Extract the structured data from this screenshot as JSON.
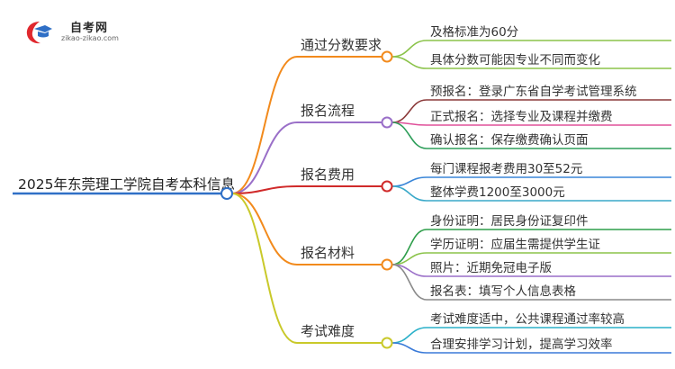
{
  "logo": {
    "name": "自考网",
    "url": "zikao-zikao.com",
    "colors": {
      "red": "#e0282e",
      "blue": "#2f6fc6"
    }
  },
  "root": {
    "label": "2025年东莞理工学院自考本科信息",
    "color": "#2f6fc6"
  },
  "branches": [
    {
      "label": "通过分数要求",
      "color": "#f28a1c",
      "children": [
        {
          "label": "及格标准为60分",
          "color": "#8bc34a"
        },
        {
          "label": "具体分数可能因专业不同而变化",
          "color": "#8bc34a"
        }
      ]
    },
    {
      "label": "报名流程",
      "color": "#9a6fc8",
      "children": [
        {
          "label": "预报名：登录广东省自学考试管理系统",
          "color": "#8b3a3a"
        },
        {
          "label": "正式报名：选择专业及课程并缴费",
          "color": "#e0509a"
        },
        {
          "label": "确认报名：保存缴费确认页面",
          "color": "#2e9e5a"
        }
      ]
    },
    {
      "label": "报名费用",
      "color": "#d02a2a",
      "children": [
        {
          "label": "每门课程报考费用30至52元",
          "color": "#3a86d8"
        },
        {
          "label": "整体学费1200至3000元",
          "color": "#3aa9c9"
        }
      ]
    },
    {
      "label": "报名材料",
      "color": "#f28a1c",
      "children": [
        {
          "label": "身份证明：居民身份证复印件",
          "color": "#2e9e4a"
        },
        {
          "label": "学历证明：应届生需提供学生证",
          "color": "#8bc34a"
        },
        {
          "label": "照片：近期免冠电子版",
          "color": "#9a6fc8"
        },
        {
          "label": "报名表：填写个人信息表格",
          "color": "#8a8a8a"
        }
      ]
    },
    {
      "label": "考试难度",
      "color": "#c9c92a",
      "children": [
        {
          "label": "考试难度适中，公共课程通过率较高",
          "color": "#2ab0c9"
        },
        {
          "label": "合理安排学习计划，提高学习效率",
          "color": "#3a7ad8"
        }
      ]
    }
  ]
}
